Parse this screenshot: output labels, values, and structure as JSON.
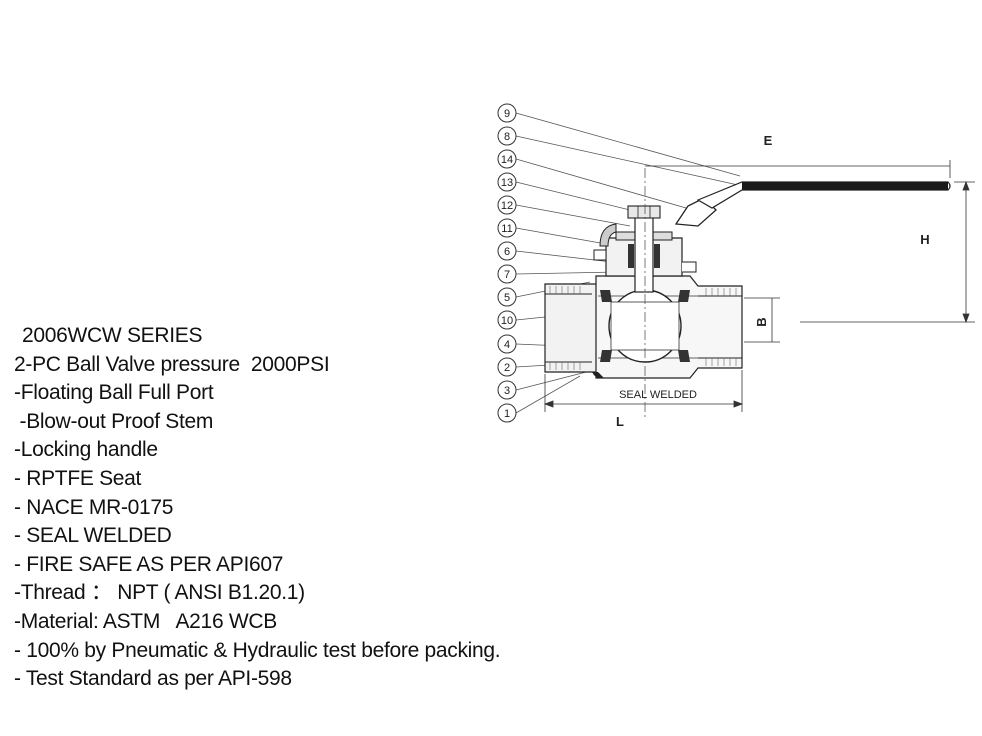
{
  "specs": {
    "series": "2006WCW SERIES",
    "lines": [
      "2-PC Ball Valve pressure  2000PSI",
      "-Floating Ball Full Port",
      " -Blow-out Proof Stem",
      "-Locking handle",
      "- RPTFE Seat",
      "- NACE MR-0175",
      "- SEAL WELDED",
      "- FIRE SAFE AS PER API607",
      "-Thread ： NPT ( ANSI B1.20.1)",
      "-Material: ASTM   A216 WCB",
      "- 100% by Pneumatic & Hydraulic test before packing.",
      "- Test Standard as per API-598"
    ]
  },
  "drawing": {
    "balloons": [
      "9",
      "8",
      "14",
      "13",
      "12",
      "11",
      "6",
      "7",
      "5",
      "10",
      "4",
      "2",
      "3",
      "1"
    ],
    "dimensions": {
      "e": "E",
      "h": "H",
      "b": "B",
      "l": "L"
    },
    "annotation": "SEAL WELDED"
  }
}
